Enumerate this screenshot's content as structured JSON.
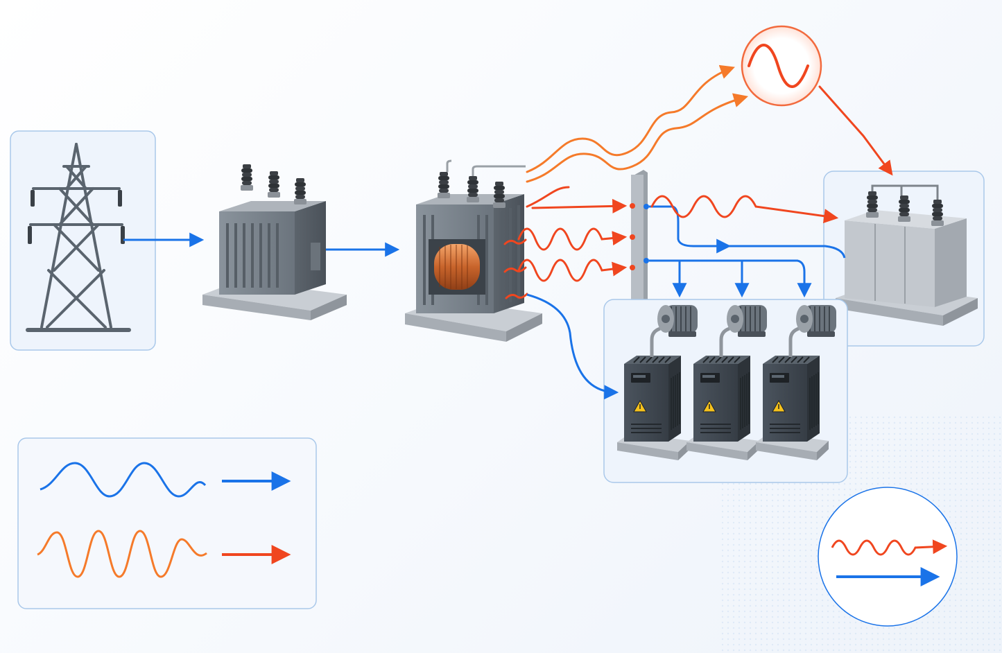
{
  "diagram": {
    "kind": "power-quality-harmonics-flow",
    "colors": {
      "fundamental": "#1a73e8",
      "harmonic": "#f0461f",
      "harmonic_light": "#f57a2a",
      "panel_border": "#a9c8ea",
      "panel_fill": "#eef4fc",
      "equipment_dark": "#3e4750",
      "equipment_mid": "#7c858f",
      "equipment_light": "#c9ced4"
    },
    "nodes": [
      {
        "id": "transmission-tower",
        "icon": "transmission-tower-icon"
      },
      {
        "id": "step-down-transformer",
        "icon": "transformer-icon"
      },
      {
        "id": "distorting-transformer",
        "icon": "transformer-coil-icon"
      },
      {
        "id": "bus-bar",
        "icon": "bus-bar-icon"
      },
      {
        "id": "harmonic-source",
        "icon": "sine-wave-icon"
      },
      {
        "id": "capacitor-bank",
        "icon": "capacitor-bank-icon"
      },
      {
        "id": "motor-drives",
        "icon": "motor-drive-icon",
        "count": 3
      }
    ],
    "legend": [
      {
        "id": "fundamental",
        "wave": "smooth-sine",
        "icon": "arrow-right-icon"
      },
      {
        "id": "harmonic",
        "wave": "distorted-sine",
        "icon": "arrow-right-icon"
      }
    ],
    "summary_icon": "wave-and-arrow-icon"
  }
}
